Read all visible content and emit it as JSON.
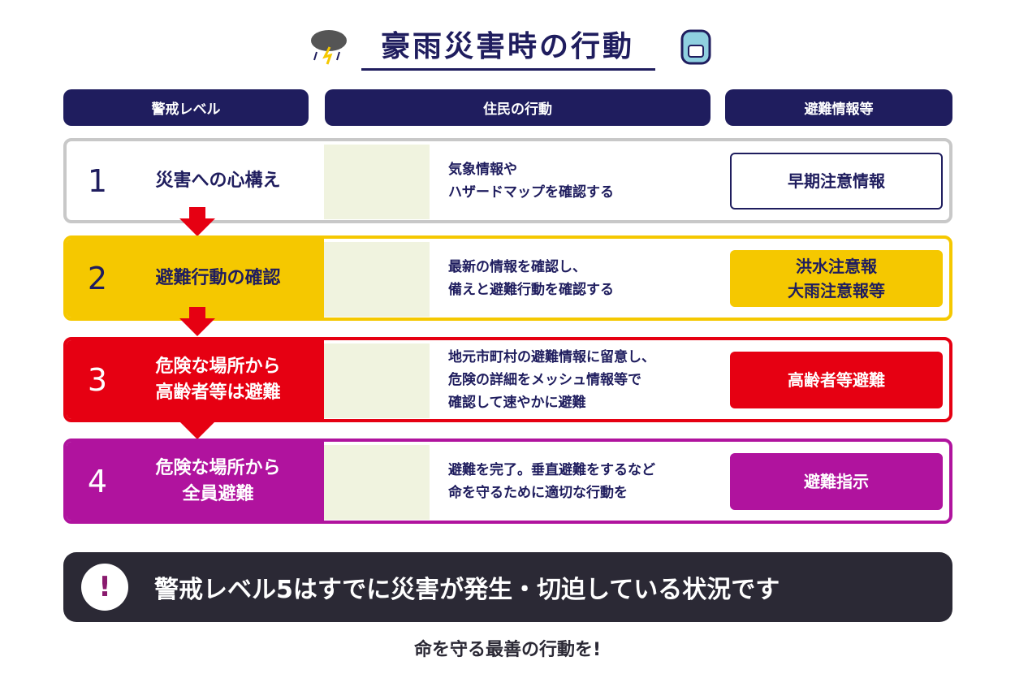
{
  "title": "豪雨災害時の行動",
  "headers": {
    "level": "警戒レベル",
    "action": "住民の行動",
    "info": "避難情報等"
  },
  "levels": [
    {
      "num": "1",
      "label": "災害への心構え",
      "action": "気象情報や\nハザードマップを確認する",
      "info": "早期注意情報",
      "color": "#c8c8c8"
    },
    {
      "num": "2",
      "label": "避難行動の確認",
      "action": "最新の情報を確認し、\n備えと避難行動を確認する",
      "info": "洪水注意報\n大雨注意報等",
      "color": "#f5c800"
    },
    {
      "num": "3",
      "label": "危険な場所から\n高齢者等は避難",
      "action": "地元市町村の避難情報に留意し、\n危険の詳細をメッシュ情報等で\n確認して速やかに避難",
      "info": "高齢者等避難",
      "color": "#e60012"
    },
    {
      "num": "4",
      "label": "危険な場所から\n全員避難",
      "action": "避難を完了。垂直避難をするなど\n命を守るために適切な行動を",
      "info": "避難指示",
      "color": "#b0139e"
    }
  ],
  "banner": {
    "icon": "!",
    "text": "警戒レベル5はすでに災害が発生・切迫している状況です"
  },
  "footer": "命を守る最善の行動を!"
}
